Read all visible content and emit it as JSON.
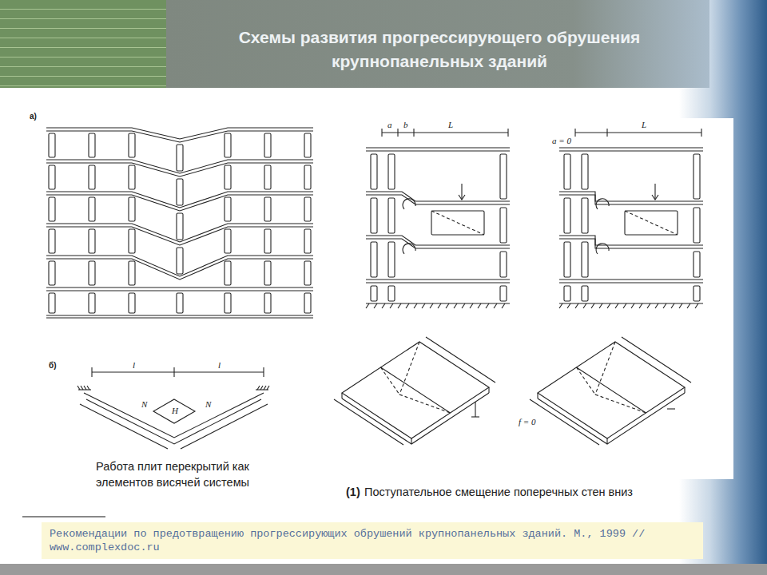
{
  "diagram": {
    "title": "Схемы развития прогрессирующего обрушения крупнопанельных зданий",
    "nodes": [
      {
        "text": [
          "Рекомендации по предотвращению прогрессирующих обрушений крупнопанельных зданий. М., 1999 // www.complexdoc.ru"
        ]
      }
    ],
    "labels": [
      "а)",
      "б)",
      "l",
      "l",
      "N",
      "H",
      "N",
      "a",
      "b",
      "L",
      "a = 0",
      "L",
      "f = 0",
      "Работа плит перекрытий как элементов висячей системы",
      "(1)",
      "Поступательное смещение поперечных стен вниз"
    ]
  }
}
